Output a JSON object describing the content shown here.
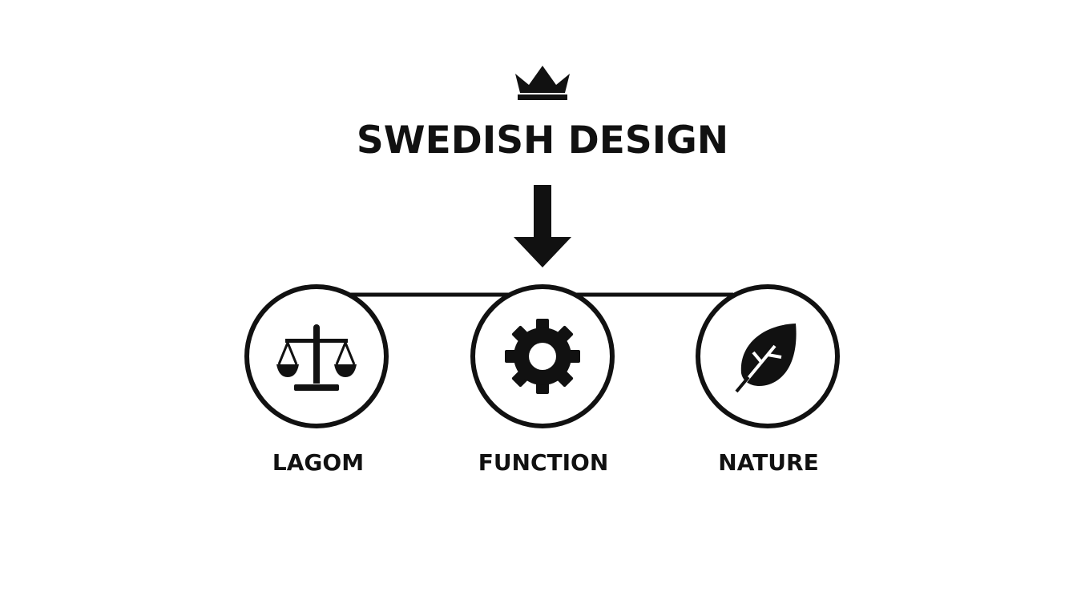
{
  "title": "SWEDISH DESIGN",
  "nodes": [
    {
      "label": "LAGOM",
      "icon": "balance-scale-icon"
    },
    {
      "label": "FUNCTION",
      "icon": "gear-icon"
    },
    {
      "label": "NATURE",
      "icon": "leaf-icon"
    }
  ],
  "header_icon": "crown-icon",
  "colors": {
    "ink": "#111111",
    "background": "#ffffff"
  }
}
